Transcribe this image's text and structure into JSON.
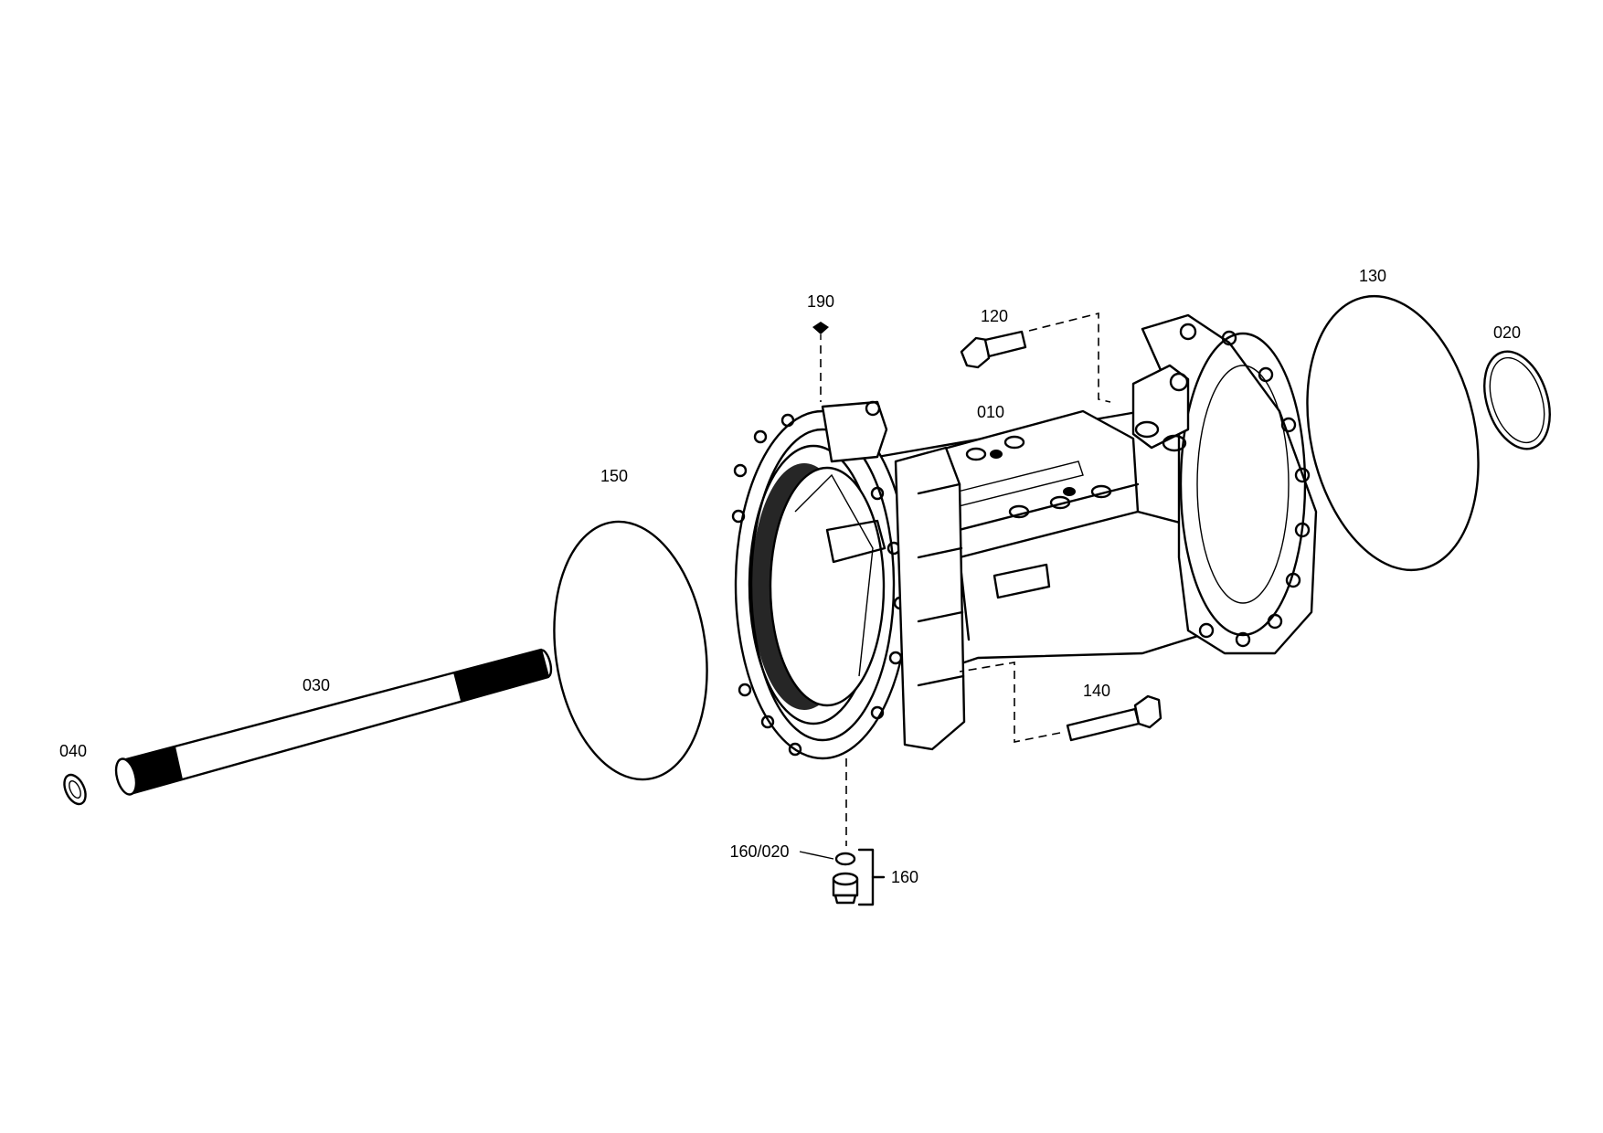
{
  "labels": {
    "p010": "010",
    "p020": "020",
    "p030": "030",
    "p040": "040",
    "p120": "120",
    "p130": "130",
    "p140": "140",
    "p150": "150",
    "p160": "160",
    "p160_020": "160/020",
    "p190": "190"
  },
  "colors": {
    "line": "#000000",
    "background": "#ffffff"
  }
}
